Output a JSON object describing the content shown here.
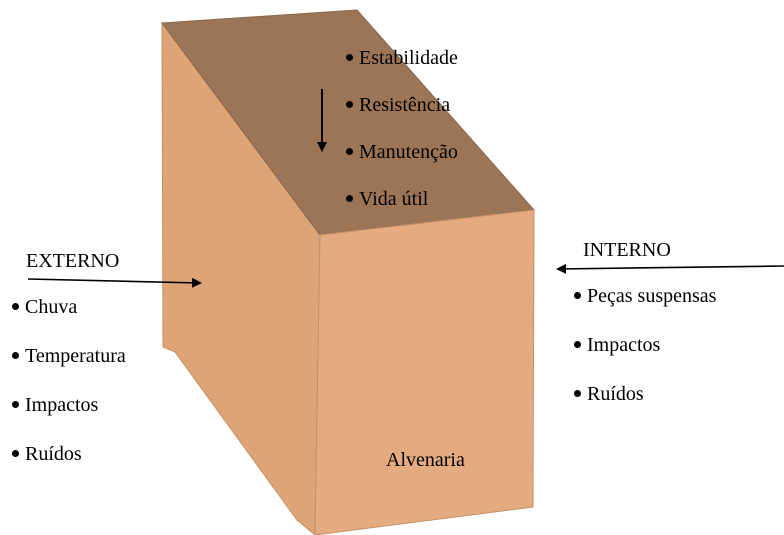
{
  "top_list": [
    "Estabilidade",
    "Resistência",
    "Manutenção",
    "Vida útil"
  ],
  "external": {
    "heading": "EXTERNO",
    "items": [
      "Chuva",
      "Temperatura",
      "Impactos",
      "Ruídos"
    ]
  },
  "internal": {
    "heading": "INTERNO",
    "items": [
      "Peças suspensas",
      "Impactos",
      "Ruídos"
    ]
  },
  "wall_label": "Alvenaria",
  "colors": {
    "top_face": "#9c7557",
    "side_face": "#dda477",
    "front_face": "#e4ab81",
    "edge": "#b98a66",
    "arrow": "#000000"
  }
}
